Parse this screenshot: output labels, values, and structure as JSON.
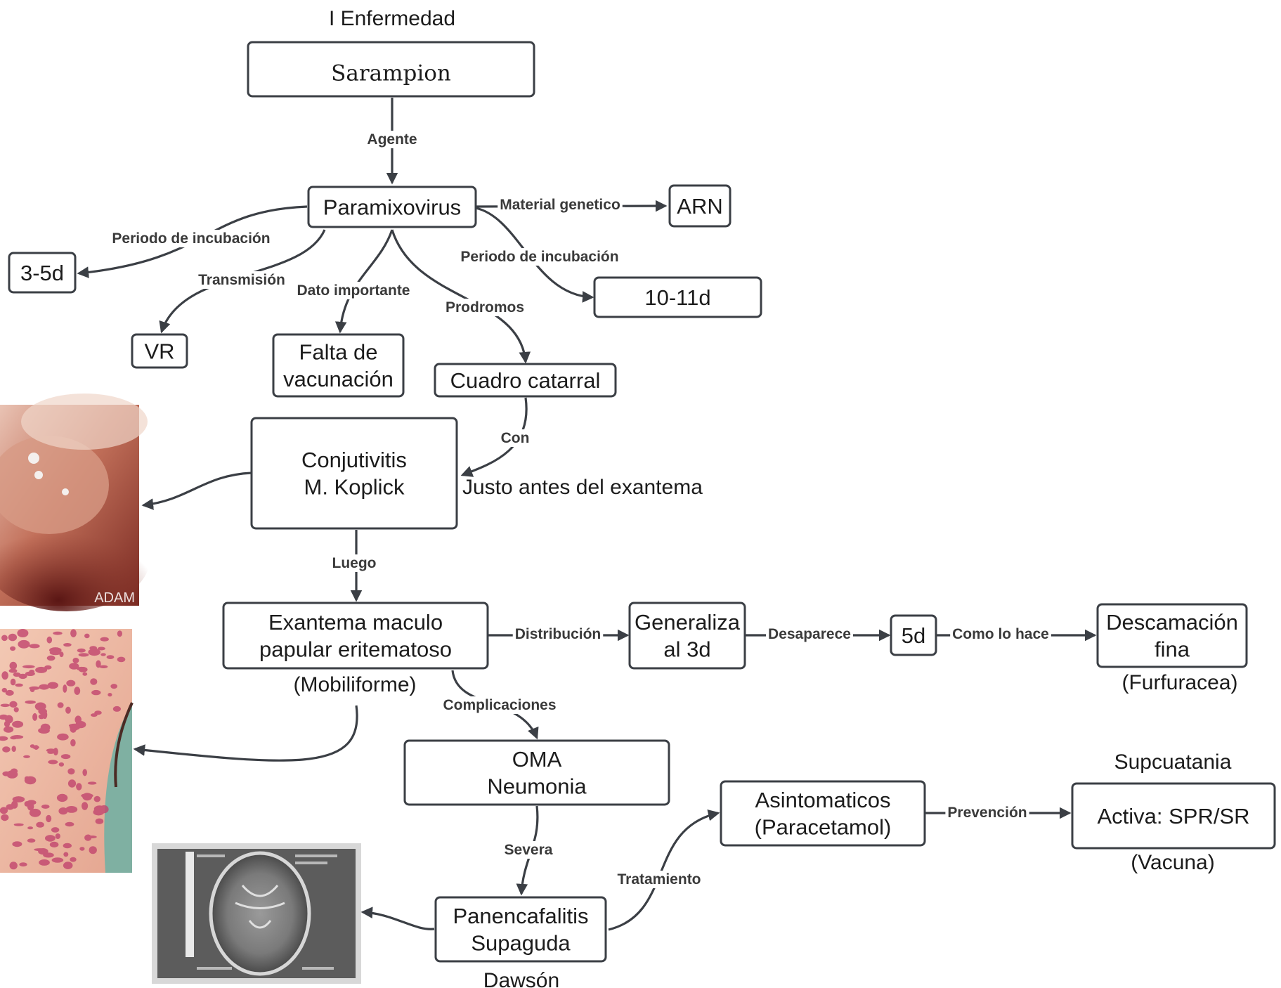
{
  "heading": "I Enfermedad",
  "nodes": {
    "sarampion": [
      "Sarampion"
    ],
    "paramixovirus": [
      "Paramixovirus"
    ],
    "arn": [
      "ARN"
    ],
    "incub_35": [
      "3-5d"
    ],
    "incub_1011": [
      "10-11d"
    ],
    "vr": [
      "VR"
    ],
    "falta": [
      "Falta de",
      "vacunación"
    ],
    "catarral": [
      "Cuadro catarral"
    ],
    "conj": [
      "Conjutivitis",
      "M. Koplick"
    ],
    "exantema": [
      "Exantema maculo",
      "papular eritematoso"
    ],
    "generaliza": [
      "Generaliza",
      "al 3d"
    ],
    "d5": [
      "5d"
    ],
    "descamacion": [
      "Descamación",
      "fina"
    ],
    "oma": [
      "OMA",
      "Neumonia"
    ],
    "asint": [
      "Asintomaticos",
      "(Paracetamol)"
    ],
    "activa": [
      "Activa: SPR/SR"
    ],
    "panenc": [
      "Panencafalitis",
      "Supaguda"
    ]
  },
  "edge_labels": {
    "agente": "Agente",
    "material": "Material genetico",
    "incub_left": "Periodo de incubación",
    "incub_right": "Periodo de incubación",
    "transmision": "Transmisión",
    "dato": "Dato importante",
    "prodromos": "Prodromos",
    "con": "Con",
    "luego": "Luego",
    "distribucion": "Distribución",
    "desaparece": "Desaparece",
    "como": "Como lo hace",
    "complicaciones": "Complicaciones",
    "severa": "Severa",
    "tratamiento": "Tratamiento",
    "prevencion": "Prevención"
  },
  "notes": {
    "justo": "Justo antes del exantema",
    "mobiliforme": "(Mobiliforme)",
    "furfuracea": "(Furfuracea)",
    "supcuatania": "Supcuatania",
    "vacuna": "(Vacuna)",
    "dawson": "Dawsón"
  },
  "photos": {
    "koplik_watermark": "ADAM"
  },
  "colors": {
    "stroke": "#3b3f45",
    "text": "#1c1c1c"
  }
}
